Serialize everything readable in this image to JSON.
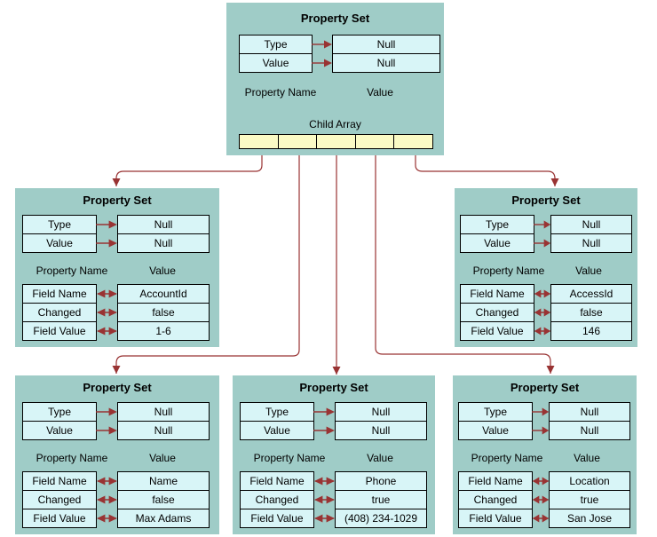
{
  "colors": {
    "canvas_bg": "#FFFFFF",
    "box_bg": "#9FCCC7",
    "cell_bg": "#D8F5F7",
    "child_array_cell_bg": "#FBFBC5",
    "connector": "#993333",
    "cell_border": "#000000",
    "text": "#000000"
  },
  "root": {
    "title": "Property Set",
    "pairs": [
      {
        "name": "Type",
        "value": "Null"
      },
      {
        "name": "Value",
        "value": "Null"
      }
    ],
    "property_name_header": "Property Name",
    "value_header": "Value",
    "child_array_label": "Child Array",
    "child_array_slot_count": 5
  },
  "children": [
    {
      "position": "middle-left",
      "title": "Property Set",
      "pairs": [
        {
          "name": "Type",
          "value": "Null"
        },
        {
          "name": "Value",
          "value": "Null"
        }
      ],
      "property_name_header": "Property Name",
      "value_header": "Value",
      "fields": [
        {
          "name": "Field Name",
          "value": "AccountId"
        },
        {
          "name": "Changed",
          "value": "false"
        },
        {
          "name": "Field Value",
          "value": "1-6"
        }
      ]
    },
    {
      "position": "middle-right",
      "title": "Property Set",
      "pairs": [
        {
          "name": "Type",
          "value": "Null"
        },
        {
          "name": "Value",
          "value": "Null"
        }
      ],
      "property_name_header": "Property Name",
      "value_header": "Value",
      "fields": [
        {
          "name": "Field Name",
          "value": "AccessId"
        },
        {
          "name": "Changed",
          "value": "false"
        },
        {
          "name": "Field Value",
          "value": "146"
        }
      ]
    },
    {
      "position": "bottom-left",
      "title": "Property Set",
      "pairs": [
        {
          "name": "Type",
          "value": "Null"
        },
        {
          "name": "Value",
          "value": "Null"
        }
      ],
      "property_name_header": "Property Name",
      "value_header": "Value",
      "fields": [
        {
          "name": "Field Name",
          "value": "Name"
        },
        {
          "name": "Changed",
          "value": "false"
        },
        {
          "name": "Field Value",
          "value": "Max Adams"
        }
      ]
    },
    {
      "position": "bottom-center",
      "title": "Property Set",
      "pairs": [
        {
          "name": "Type",
          "value": "Null"
        },
        {
          "name": "Value",
          "value": "Null"
        }
      ],
      "property_name_header": "Property Name",
      "value_header": "Value",
      "fields": [
        {
          "name": "Field Name",
          "value": "Phone"
        },
        {
          "name": "Changed",
          "value": "true"
        },
        {
          "name": "Field Value",
          "value": "(408) 234-1029"
        }
      ]
    },
    {
      "position": "bottom-right",
      "title": "Property Set",
      "pairs": [
        {
          "name": "Type",
          "value": "Null"
        },
        {
          "name": "Value",
          "value": "Null"
        }
      ],
      "property_name_header": "Property Name",
      "value_header": "Value",
      "fields": [
        {
          "name": "Field Name",
          "value": "Location"
        },
        {
          "name": "Changed",
          "value": "true"
        },
        {
          "name": "Field Value",
          "value": "San Jose"
        }
      ]
    }
  ]
}
